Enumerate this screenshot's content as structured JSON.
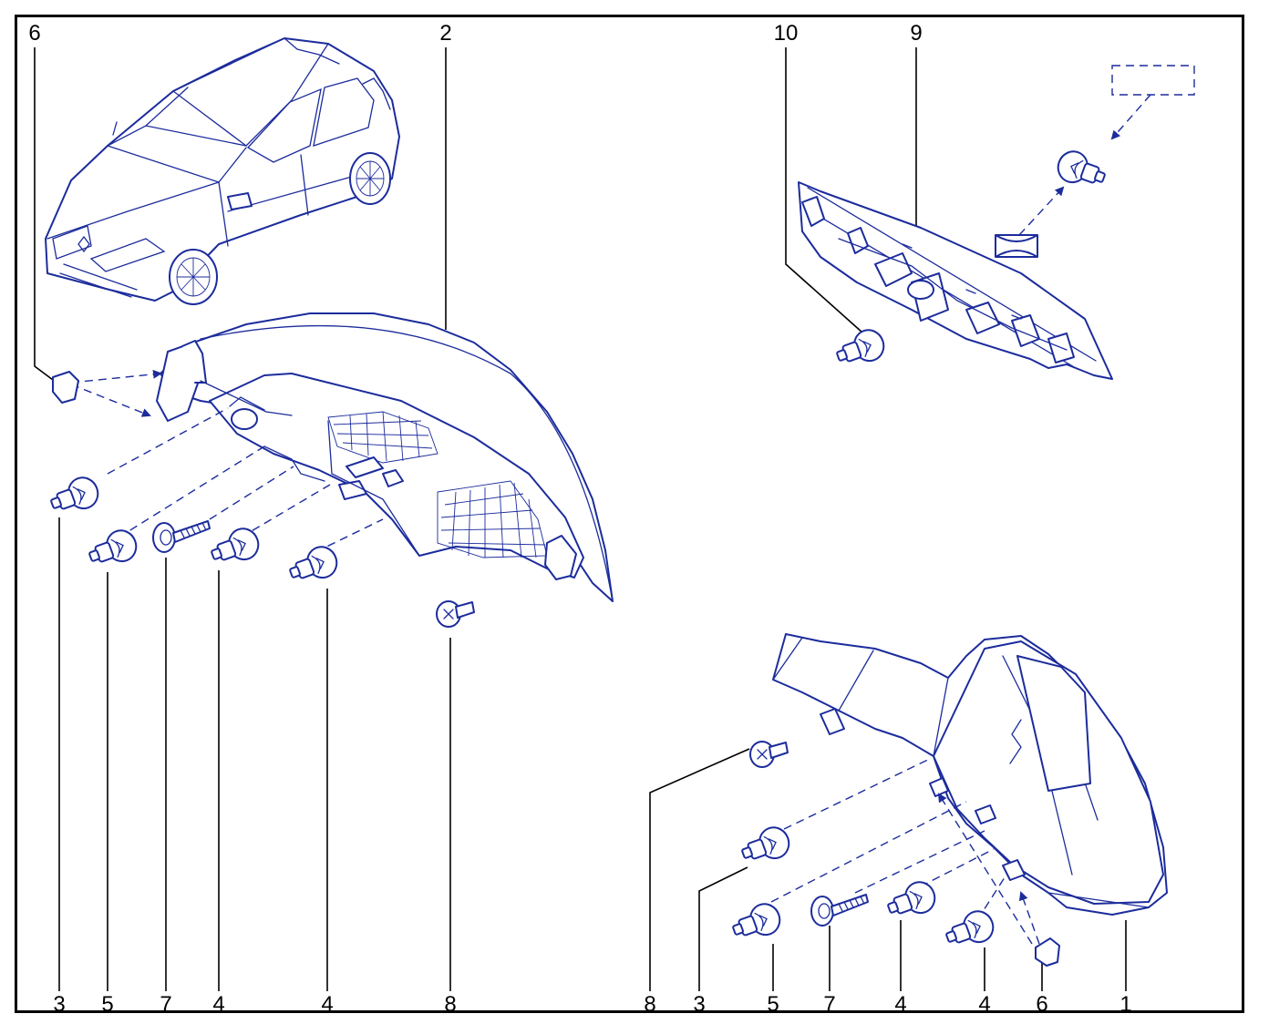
{
  "colors": {
    "ink": "#1c2c9c",
    "frame": "#000000"
  },
  "callouts": {
    "top": {
      "c6": "6",
      "c2": "2",
      "c10": "10",
      "c9": "9"
    },
    "bottom_left": {
      "c3": "3",
      "c5": "5",
      "c7": "7",
      "c4a": "4",
      "c4b": "4",
      "c8": "8"
    },
    "bottom_right": {
      "c8": "8",
      "c3": "3",
      "c5": "5",
      "c7": "7",
      "c4a": "4",
      "c4b": "4",
      "c6": "6",
      "c1": "1"
    }
  }
}
